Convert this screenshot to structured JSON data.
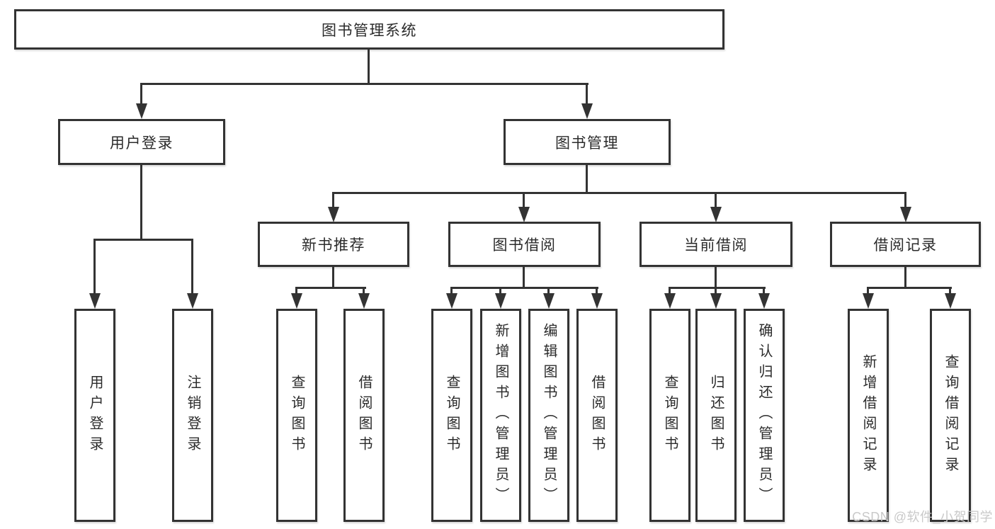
{
  "colors": {
    "line": "#333333",
    "text": "#2b2b2b",
    "watermark": "#c9c9c9",
    "background": "#ffffff"
  },
  "root": {
    "label": "图书管理系统"
  },
  "branches": [
    {
      "label": "用户登录",
      "children": [
        {
          "label": "用户登录"
        },
        {
          "label": "注销登录"
        }
      ]
    },
    {
      "label": "图书管理",
      "children": [
        {
          "label": "新书推荐",
          "children": [
            {
              "label": "查询图书"
            },
            {
              "label": "借阅图书"
            }
          ]
        },
        {
          "label": "图书借阅",
          "children": [
            {
              "label": "查询图书"
            },
            {
              "label": "新增图书（管理员）"
            },
            {
              "label": "编辑图书（管理员）"
            },
            {
              "label": "借阅图书"
            }
          ]
        },
        {
          "label": "当前借阅",
          "children": [
            {
              "label": "查询图书"
            },
            {
              "label": "归还图书"
            },
            {
              "label": "确认归还（管理员）"
            }
          ]
        },
        {
          "label": "借阅记录",
          "children": [
            {
              "label": "新增借阅记录"
            },
            {
              "label": "查询借阅记录"
            }
          ]
        }
      ]
    }
  ],
  "watermark": "CSDN @软件_小贺同学"
}
